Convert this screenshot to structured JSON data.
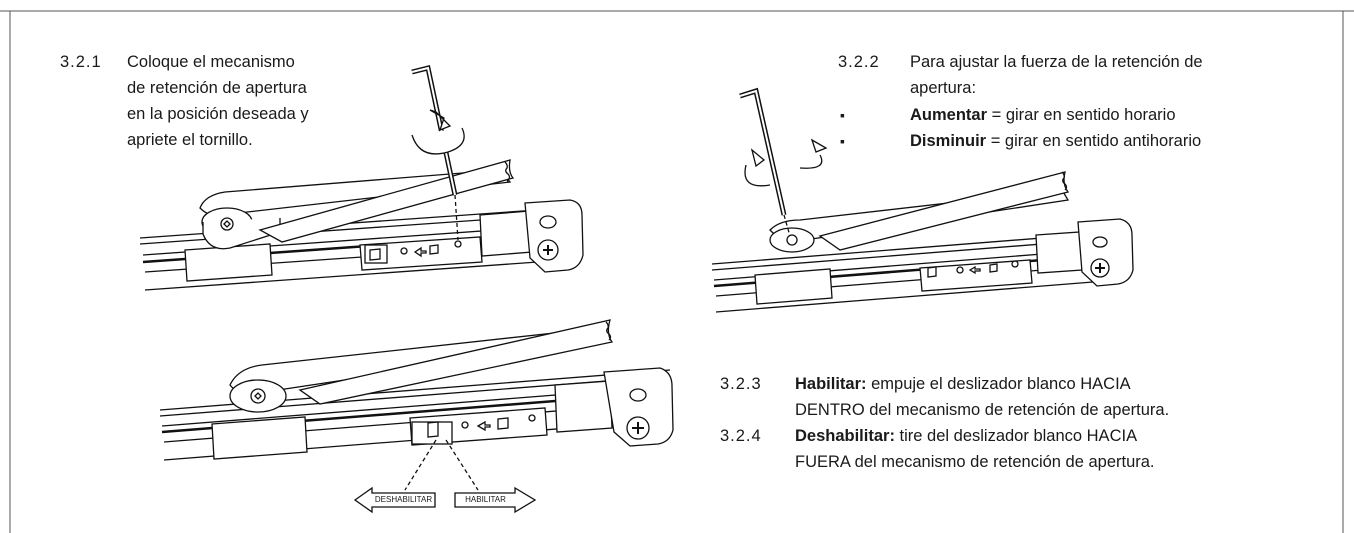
{
  "s321": {
    "number": "3.2.1",
    "lines": [
      "Coloque el mecanismo",
      "de retención de apertura",
      "en la posición deseada y",
      "apriete el tornillo."
    ]
  },
  "s322": {
    "number": "3.2.2",
    "lines": [
      "Para ajustar la fuerza de la retención de",
      "apertura:"
    ],
    "bullets": [
      {
        "bold": "Aumentar",
        "rest": " = girar en sentido horario"
      },
      {
        "bold": "Disminuir",
        "rest": " = girar en sentido antihorario"
      }
    ]
  },
  "s323": {
    "number": "3.2.3",
    "bold": "Habilitar:",
    "line1": " empuje el deslizador blanco HACIA",
    "line2": "DENTRO del mecanismo de retención de apertura."
  },
  "s324": {
    "number": "3.2.4",
    "bold": "Deshabilitar:",
    "line1": " tire del deslizador blanco HACIA",
    "line2": "FUERA del mecanismo de retención de apertura."
  },
  "arrows": {
    "disable": "DESHABILITAR",
    "enable": "HABILITAR"
  }
}
